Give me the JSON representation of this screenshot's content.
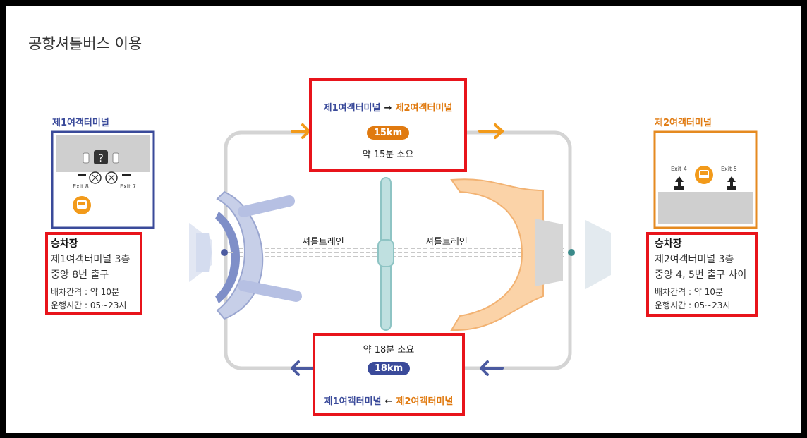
{
  "page": {
    "title": "공항셔틀버스 이용"
  },
  "terminal1": {
    "label": "제1여객터미널",
    "exit_left": "Exit 8",
    "exit_right": "Exit 7",
    "info": {
      "heading": "승차장",
      "line1": "제1여객터미널 3층",
      "line2": "중앙 8번 출구",
      "interval": "배차간격 : 약 10분",
      "hours": "운행시간 : 05~23시"
    }
  },
  "terminal2": {
    "label": "제2여객터미널",
    "exit_left": "Exit 4",
    "exit_right": "Exit 5",
    "info": {
      "heading": "승차장",
      "line1": "제2여객터미널 3층",
      "line2": "중앙 4, 5번 출구 사이",
      "interval": "배차간격 : 약 10분",
      "hours": "운행시간 : 05~23시"
    }
  },
  "route_top": {
    "from": "제1여객터미널",
    "arrow": "→",
    "to": "제2여객터미널",
    "distance": "15km",
    "duration": "약 15분 소요"
  },
  "route_bottom": {
    "duration": "약 18분 소요",
    "distance": "18km",
    "from": "제1여객터미널",
    "arrow": "←",
    "to": "제2여객터미널"
  },
  "shuttle_train": {
    "label_left": "셔틀트레인",
    "label_right": "셔틀트레인"
  },
  "colors": {
    "t1_blue": "#3a4a9a",
    "t2_orange": "#e07a10",
    "highlight_red": "#e8141b",
    "loop_gray": "#d0d0d0"
  }
}
